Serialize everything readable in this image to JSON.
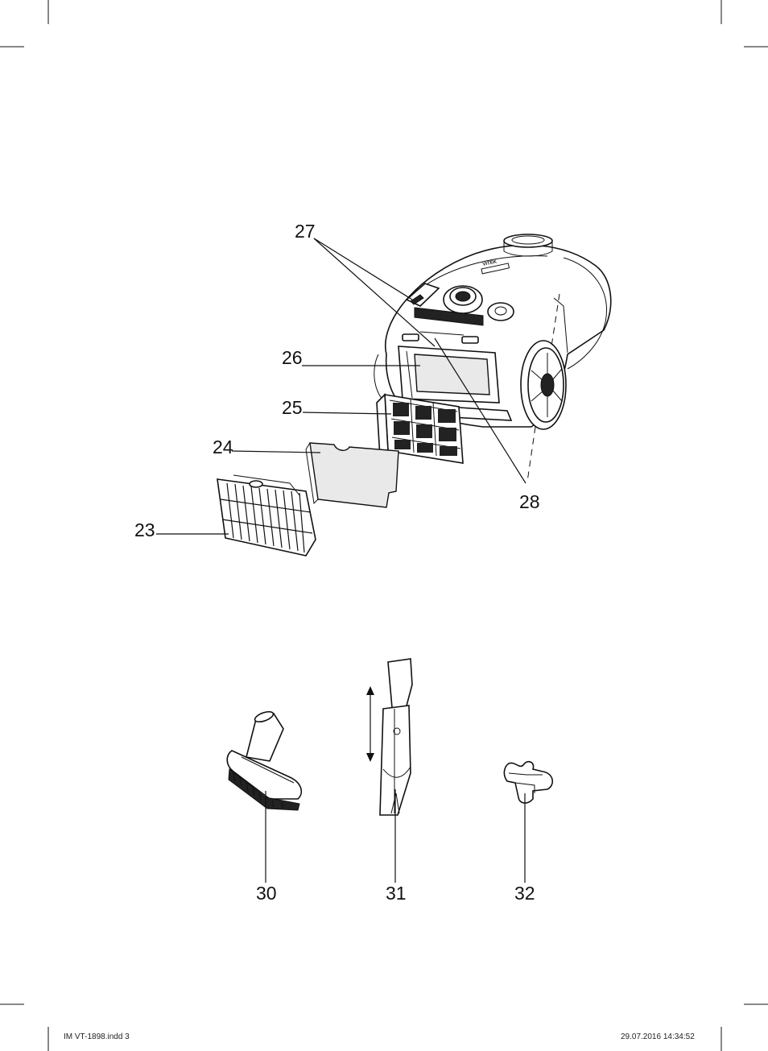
{
  "callouts": {
    "c23": "23",
    "c24": "24",
    "c25": "25",
    "c26": "26",
    "c27": "27",
    "c28": "28",
    "c30": "30",
    "c31": "31",
    "c32": "32"
  },
  "device_labels": {
    "brand": "VITEK"
  },
  "footer": {
    "file": "IM VT-1898.indd   3",
    "datetime": "29.07.2016   14:34:52"
  }
}
